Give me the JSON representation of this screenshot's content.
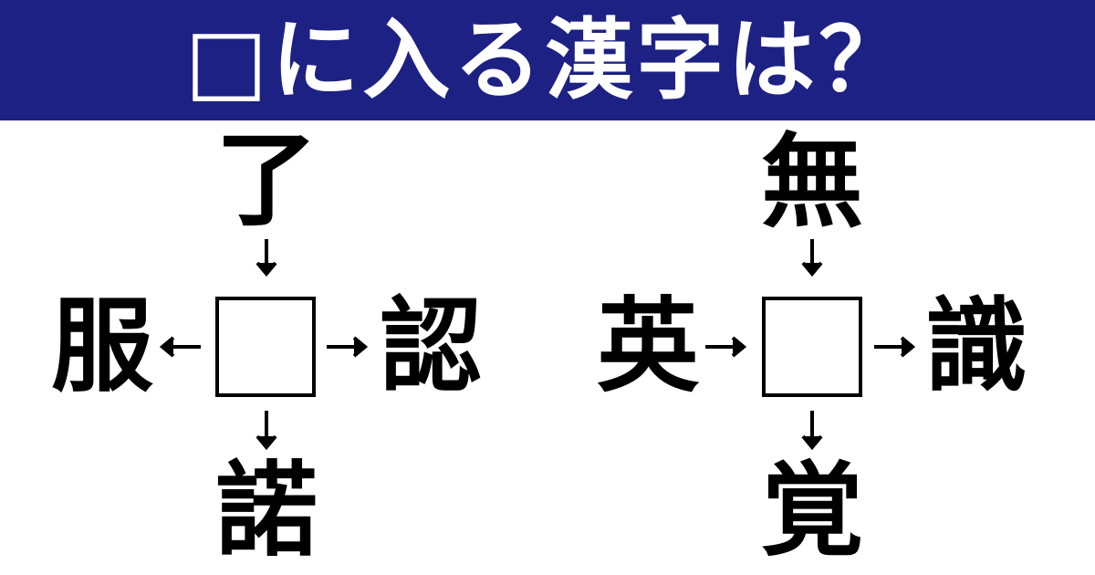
{
  "header": {
    "title": "□に入る漢字は？",
    "background": "#1d2183"
  },
  "puzzles": [
    {
      "top": "了",
      "left": "服",
      "right": "認",
      "bottom": "諾",
      "left_arrow_direction": "left"
    },
    {
      "top": "無",
      "left": "英",
      "right": "識",
      "bottom": "覚",
      "left_arrow_direction": "right"
    }
  ]
}
